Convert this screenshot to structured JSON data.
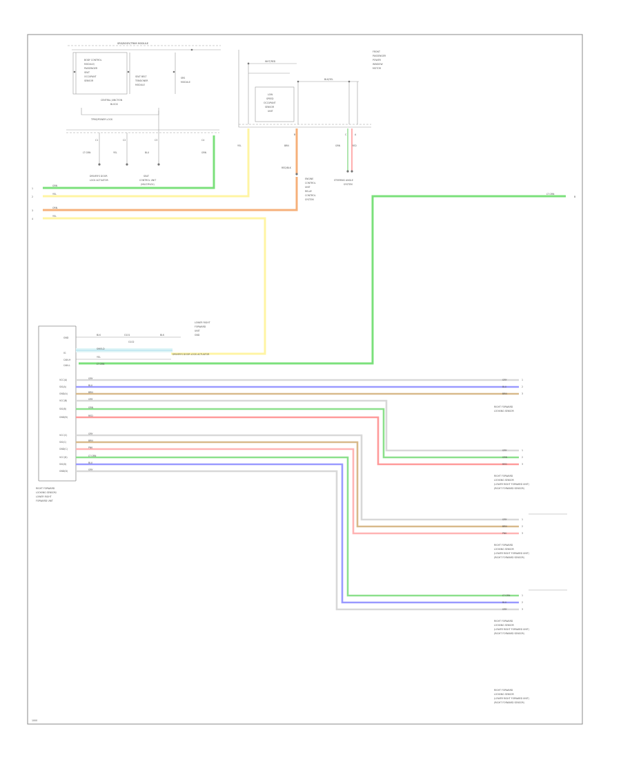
{
  "top_left_box": {
    "title": "SRS/BODY/TRIM MODULE",
    "module_a_lines": [
      "BODY CONTROL",
      "MODULE/",
      "PASSENGER",
      "SEAT",
      "OCCUPANT",
      "SENSOR"
    ],
    "module_b_lines": [
      "SEAT BELT",
      "TENSIONER",
      "MODULE"
    ],
    "module_c_lines": [
      "SRS",
      "MODULE"
    ],
    "central_junction": "CENTRAL JUNCTION",
    "junction_sub": "BLOCK",
    "sub_label": "TPMS/POWER LOCK",
    "pins": [
      "C1",
      "C2",
      "C3",
      "C4"
    ],
    "wire_labels": [
      "LT GRN",
      "YEL",
      "BLU",
      "GRN"
    ],
    "bottom_left_lines": [
      "DRIVER'S DOOR",
      "LOCK ACTUATOR"
    ],
    "bottom_mid_lines": [
      "SEAT",
      "CONTROL UNIT",
      "(MULTIPLEX)"
    ]
  },
  "top_right_box": {
    "side_lines": [
      "FRONT",
      "PASSENGER",
      "POWER",
      "WINDOW",
      "MOTOR"
    ],
    "module_lines": [
      "LOW",
      "SPEED",
      "OCCUPANT",
      "SENSOR",
      "UNIT"
    ],
    "top_wire_labels": [
      "WHT/RED",
      "BLK/YEL"
    ],
    "pins": [
      "B",
      "C",
      "A"
    ],
    "wire_labels": [
      "YEL",
      "BRN",
      "GRN",
      "RED",
      "RED/BLK"
    ],
    "bottom_left_lines": [
      "ENGINE",
      "CONTROL",
      "UNIT",
      "RELAY",
      "CONTROL",
      "SYSTEM"
    ],
    "bottom_right_lines": [
      "STEERING ANGLE",
      "SYSTEM"
    ]
  },
  "left_buses": [
    {
      "wire": "GRN",
      "pin": "1",
      "color": "#7be07b"
    },
    {
      "wire": "YEL",
      "pin": "2",
      "color": "#fff4a3"
    },
    {
      "wire": "ORN",
      "pin": "3",
      "color": "#f6b07a"
    },
    {
      "wire": "YEL",
      "pin": "4",
      "color": "#fff4a3"
    }
  ],
  "right_top_wire": {
    "label": "LT GRN",
    "pin": "B",
    "color": "#7be07b"
  },
  "left_module": {
    "title_lines": [
      "RIGHT FORWARD",
      "LOOKING SENSOR/",
      "LOWER RIGHT",
      "FORWARD UNIT"
    ],
    "top_pins": [
      "GND",
      "IG",
      "CAN-H",
      "CAN-L"
    ],
    "signal_pins": [
      "VCC(A)",
      "SIG(A)",
      "GND(A)",
      "VCC(B)",
      "SIG(B)",
      "GND(B)",
      "VCC(C)",
      "SIG(C)",
      "GND(C)",
      "VCC(D)",
      "SIG(D)",
      "GND(D)"
    ],
    "top_wire_labels": [
      "BLK",
      "BLK",
      "YEL",
      "LT GRN"
    ],
    "top_junction_labels": [
      "G101",
      "G102"
    ],
    "top_dest_lines": [
      "LOWER RIGHT",
      "FORWARD",
      "UNIT",
      "GND"
    ],
    "shield_dest": "DRIVER'S DOOR LOCK ACTUATOR",
    "shield_label": "SHIELD"
  },
  "signal_wires": [
    {
      "label": "GRY",
      "color": "#d8d8d8"
    },
    {
      "label": "BLU",
      "color": "#9999ff"
    },
    {
      "label": "BRN",
      "color": "#d8b98a"
    },
    {
      "label": "GRY",
      "color": "#d8d8d8"
    },
    {
      "label": "GRN",
      "color": "#8be08b"
    },
    {
      "label": "RED",
      "color": "#ff9a9a"
    },
    {
      "label": "GRY",
      "color": "#d8d8d8"
    },
    {
      "label": "BRN",
      "color": "#d8b98a"
    },
    {
      "label": "PNK",
      "color": "#ffb3b3"
    },
    {
      "label": "LT GRN",
      "color": "#8be08b"
    },
    {
      "label": "BLU",
      "color": "#9999ff"
    },
    {
      "label": "GRY",
      "color": "#d8d8d8"
    }
  ],
  "right_groups": [
    {
      "labels": [
        "GRY",
        "BLU",
        "BRN"
      ],
      "pins": [
        "1",
        "2",
        "3"
      ],
      "caption": [
        "RIGHT FORWARD",
        "LOOKING SENSOR"
      ]
    },
    {
      "labels": [
        "GRY",
        "GRN",
        "RED"
      ],
      "pins": [
        "1",
        "2",
        "3"
      ],
      "caption": [
        "RIGHT FORWARD",
        "LOOKING SENSOR",
        "(LOWER RIGHT FORWARD UNIT)",
        "(RIGHT FORWARD SENSOR)"
      ]
    },
    {
      "labels": [
        "GRY",
        "BRN",
        "PNK"
      ],
      "pins": [
        "1",
        "2",
        "3"
      ],
      "caption": [
        "RIGHT FORWARD",
        "LOOKING SENSOR",
        "(LOWER RIGHT FORWARD UNIT)",
        "(RIGHT FORWARD SENSOR)"
      ]
    },
    {
      "labels": [
        "LT GRN",
        "BLU",
        "GRY"
      ],
      "pins": [
        "1",
        "2",
        "3"
      ],
      "caption": [
        "RIGHT FORWARD",
        "LOOKING SENSOR",
        "(LOWER RIGHT FORWARD UNIT)",
        "(RIGHT FORWARD SENSOR)"
      ]
    },
    {
      "labels": [],
      "pins": [],
      "caption": [
        "RIGHT FORWARD",
        "LOOKING SENSOR",
        "(LOWER RIGHT FORWARD UNIT)",
        "(RIGHT FORWARD SENSOR)"
      ]
    }
  ],
  "footer_code": "1000"
}
